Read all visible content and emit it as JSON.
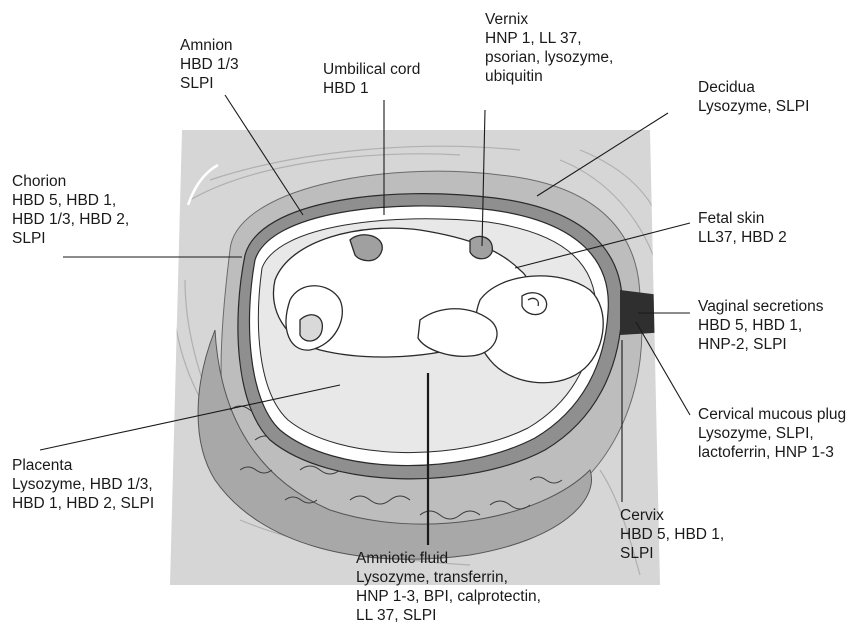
{
  "labels": {
    "amnion": {
      "lines": [
        "Amnion",
        "HBD 1/3",
        "SLPI"
      ]
    },
    "umbilical_cord": {
      "lines": [
        "Umbilical cord",
        "HBD 1"
      ]
    },
    "vernix": {
      "lines": [
        "Vernix",
        "HNP 1, LL 37,",
        "psorian, lysozyme,",
        "ubiquitin"
      ]
    },
    "decidua": {
      "lines": [
        "Decidua",
        "Lysozyme, SLPI"
      ]
    },
    "chorion": {
      "lines": [
        "Chorion",
        "HBD 5, HBD 1,",
        "HBD 1/3, HBD 2,",
        "SLPI"
      ]
    },
    "fetal_skin": {
      "lines": [
        "Fetal skin",
        "LL37, HBD 2"
      ]
    },
    "vaginal_secretions": {
      "lines": [
        "Vaginal secretions",
        "HBD 5, HBD 1,",
        "HNP-2, SLPI"
      ]
    },
    "cervical_mucous_plug": {
      "lines": [
        "Cervical mucous plug",
        "Lysozyme, SLPI,",
        "lactoferrin, HNP 1-3"
      ]
    },
    "placenta": {
      "lines": [
        "Placenta",
        "Lysozyme, HBD 1/3,",
        "HBD 1, HBD 2, SLPI"
      ]
    },
    "amniotic_fluid": {
      "lines": [
        "Amniotic fluid",
        "Lysozyme, transferrin,",
        "HNP 1-3, BPI, calprotectin,",
        "LL 37, SLPI"
      ]
    },
    "cervix": {
      "lines": [
        "Cervix",
        "HBD 5, HBD 1,",
        "SLPI"
      ]
    }
  },
  "colors": {
    "outer_tissue": "#d6d6d6",
    "uterine_wall": "#b9b9b9",
    "placenta": "#a9a9a9",
    "membranes": "#8f8f8f",
    "amniotic_fluid": "#ececec",
    "fetus": "#ffffff",
    "outline": "#2a2a2a"
  }
}
